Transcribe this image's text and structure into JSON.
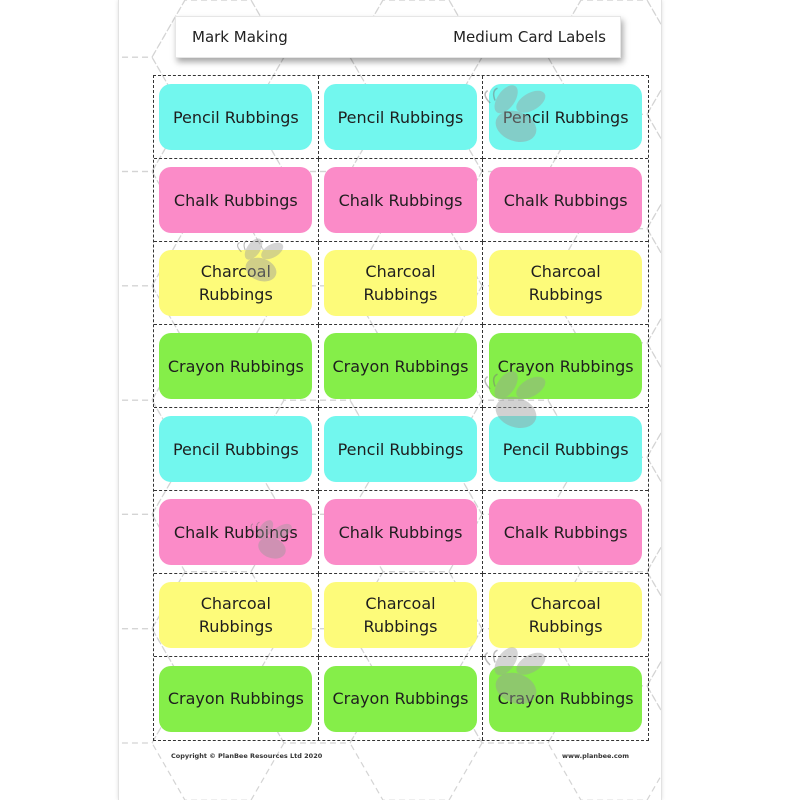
{
  "header": {
    "left_title": "Mark Making",
    "right_title": "Medium Card Labels"
  },
  "colors": {
    "Pencil Rubbings": "#72f7ee",
    "Chalk Rubbings": "#fb8bc8",
    "Charcoal Rubbings": "#fdfb7a",
    "Crayon Rubbings": "#85ee49"
  },
  "labels": [
    "Pencil Rubbings",
    "Pencil Rubbings",
    "Pencil Rubbings",
    "Chalk Rubbings",
    "Chalk Rubbings",
    "Chalk Rubbings",
    "Charcoal Rubbings",
    "Charcoal Rubbings",
    "Charcoal Rubbings",
    "Crayon Rubbings",
    "Crayon Rubbings",
    "Crayon Rubbings",
    "Pencil Rubbings",
    "Pencil Rubbings",
    "Pencil Rubbings",
    "Chalk Rubbings",
    "Chalk Rubbings",
    "Chalk Rubbings",
    "Charcoal Rubbings",
    "Charcoal Rubbings",
    "Charcoal Rubbings",
    "Crayon Rubbings",
    "Crayon Rubbings",
    "Crayon Rubbings"
  ],
  "footer": {
    "copyright": "Copyright © PlanBee Resources Ltd 2020",
    "website": "www.planbee.com"
  },
  "icons": {
    "watermark": "bee-icon"
  }
}
